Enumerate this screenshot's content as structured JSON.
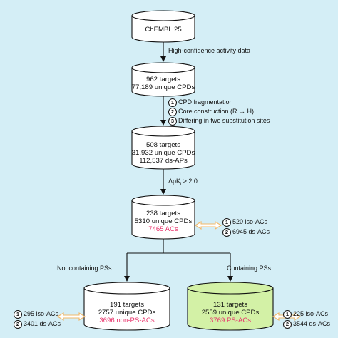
{
  "colors": {
    "background": "#d4eef6",
    "highlight": "#e8336b",
    "green_fill": "#d3f1a6",
    "arrow_orange": "#f0b86a"
  },
  "boxes": {
    "chembl": {
      "line1": "ChEMBL 25"
    },
    "b962": {
      "line1": "962 targets",
      "line2": "77,189 unique CPDs"
    },
    "b508": {
      "line1": "508 targets",
      "line2": "31,932 unique CPDs",
      "line3": "112,537 ds-APs"
    },
    "b238": {
      "line1": "238 targets",
      "line2": "5310 unique CPDs",
      "line3": "7465 ACs"
    },
    "b191": {
      "line1": "191 targets",
      "line2": "2757 unique CPDs",
      "line3": "3696 non-PS-ACs"
    },
    "b131": {
      "line1": "131 targets",
      "line2": "2559 unique CPDs",
      "line3": "3769 PS-ACs"
    }
  },
  "labels": {
    "high_conf": "High-confidence activity data",
    "step1": "CPD fragmentation",
    "step2": "Core construction (R → H)",
    "step3": "Differing in two substitution sites",
    "pki_prefix": "ΔpK",
    "pki_sub": "i",
    "pki_suffix": " ≥ 2.0",
    "not_ps": "Not containing PSs",
    "ps": "Containing PSs"
  },
  "side_notes": {
    "b238": {
      "n1": "520 iso-ACs",
      "n2": "6945 ds-ACs"
    },
    "b191": {
      "n1": "295 iso-ACs",
      "n2": "3401 ds-ACs"
    },
    "b131": {
      "n1": "225 iso-ACs",
      "n2": "3544 ds-ACs"
    }
  },
  "markers": {
    "one": "1",
    "two": "2",
    "three": "3"
  }
}
